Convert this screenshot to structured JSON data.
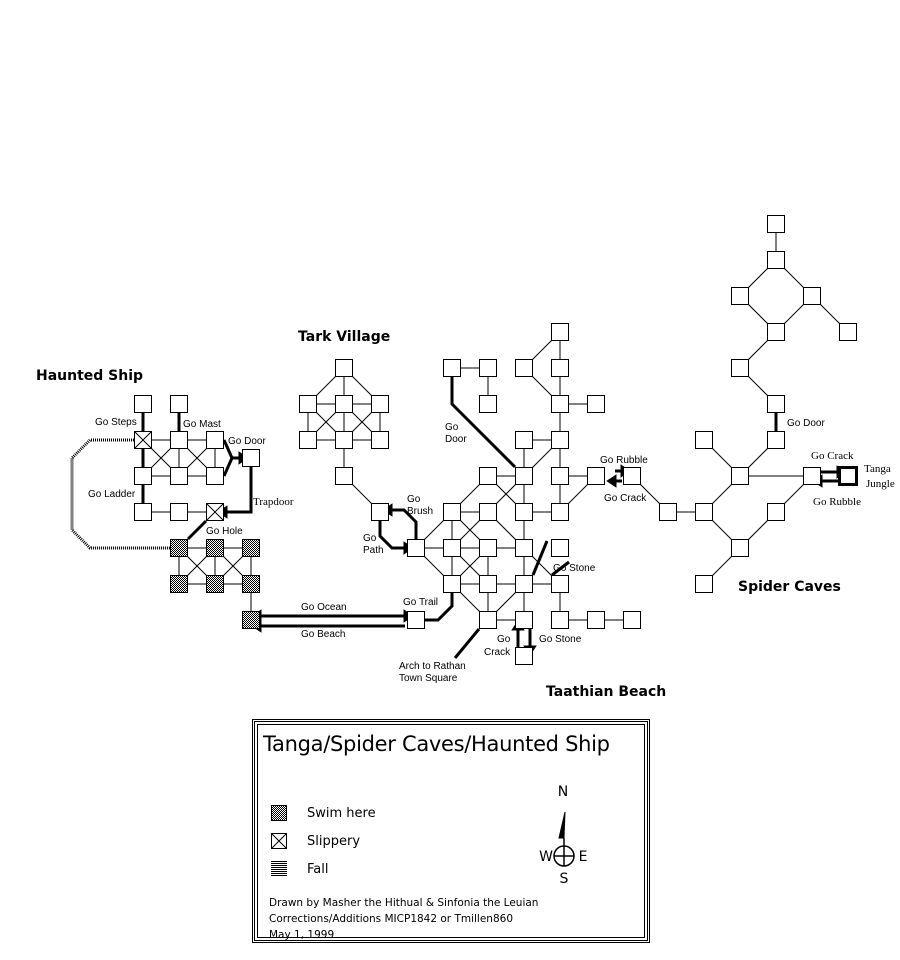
{
  "map": {
    "areas": [
      {
        "id": "haunted-ship",
        "label": "Haunted Ship"
      },
      {
        "id": "tark-village",
        "label": "Tark Village"
      },
      {
        "id": "spider-caves",
        "label": "Spider Caves"
      },
      {
        "id": "taathian-beach",
        "label": "Taathian Beach"
      }
    ],
    "commands": [
      {
        "id": "go-steps",
        "text": "Go Steps"
      },
      {
        "id": "go-mast",
        "text": "Go Mast"
      },
      {
        "id": "go-door-ship",
        "text": "Go Door"
      },
      {
        "id": "go-ladder",
        "text": "Go Ladder"
      },
      {
        "id": "trapdoor",
        "text": "Trapdoor"
      },
      {
        "id": "go-hole",
        "text": "Go Hole"
      },
      {
        "id": "go-ocean",
        "text": "Go Ocean"
      },
      {
        "id": "go-beach",
        "text": "Go Beach"
      },
      {
        "id": "go-trail",
        "text": "Go  Trail"
      },
      {
        "id": "go-brush-1",
        "text": "Go"
      },
      {
        "id": "go-brush-2",
        "text": "Brush"
      },
      {
        "id": "go-path-1",
        "text": "Go"
      },
      {
        "id": "go-path-2",
        "text": "Path"
      },
      {
        "id": "go-door-beach-1",
        "text": "Go"
      },
      {
        "id": "go-door-beach-2",
        "text": "Door"
      },
      {
        "id": "go-rubble-beach",
        "text": "Go Rubble"
      },
      {
        "id": "go-crack-beach",
        "text": "Go Crack"
      },
      {
        "id": "go-stone-1",
        "text": "Go Stone"
      },
      {
        "id": "go-stone-2",
        "text": "Go Stone"
      },
      {
        "id": "go-crack-down-1",
        "text": "Go"
      },
      {
        "id": "go-crack-down-2",
        "text": "Crack"
      },
      {
        "id": "arch-1",
        "text": "Arch to Rathan"
      },
      {
        "id": "arch-2",
        "text": "Town Square"
      },
      {
        "id": "go-door-caves",
        "text": "Go Door"
      },
      {
        "id": "go-crack-caves",
        "text": "Go Crack"
      },
      {
        "id": "go-rubble-caves",
        "text": "Go Rubble"
      },
      {
        "id": "tanga-1",
        "text": "Tanga"
      },
      {
        "id": "tanga-2",
        "text": "Jungle"
      }
    ]
  },
  "legend": {
    "title": "Tanga/Spider Caves/Haunted Ship",
    "items": [
      {
        "type": "swim",
        "label": "Swim here"
      },
      {
        "type": "slippery",
        "label": "Slippery"
      },
      {
        "type": "fall",
        "label": "Fall"
      }
    ],
    "compass": {
      "n": "N",
      "s": "S",
      "e": "E",
      "w": "W"
    },
    "credits": [
      "Drawn by Masher the Hithual & Sinfonia the Leuian",
      "Corrections/Additions MICP1842 or Tmillen860",
      "May 1, 1999"
    ]
  }
}
